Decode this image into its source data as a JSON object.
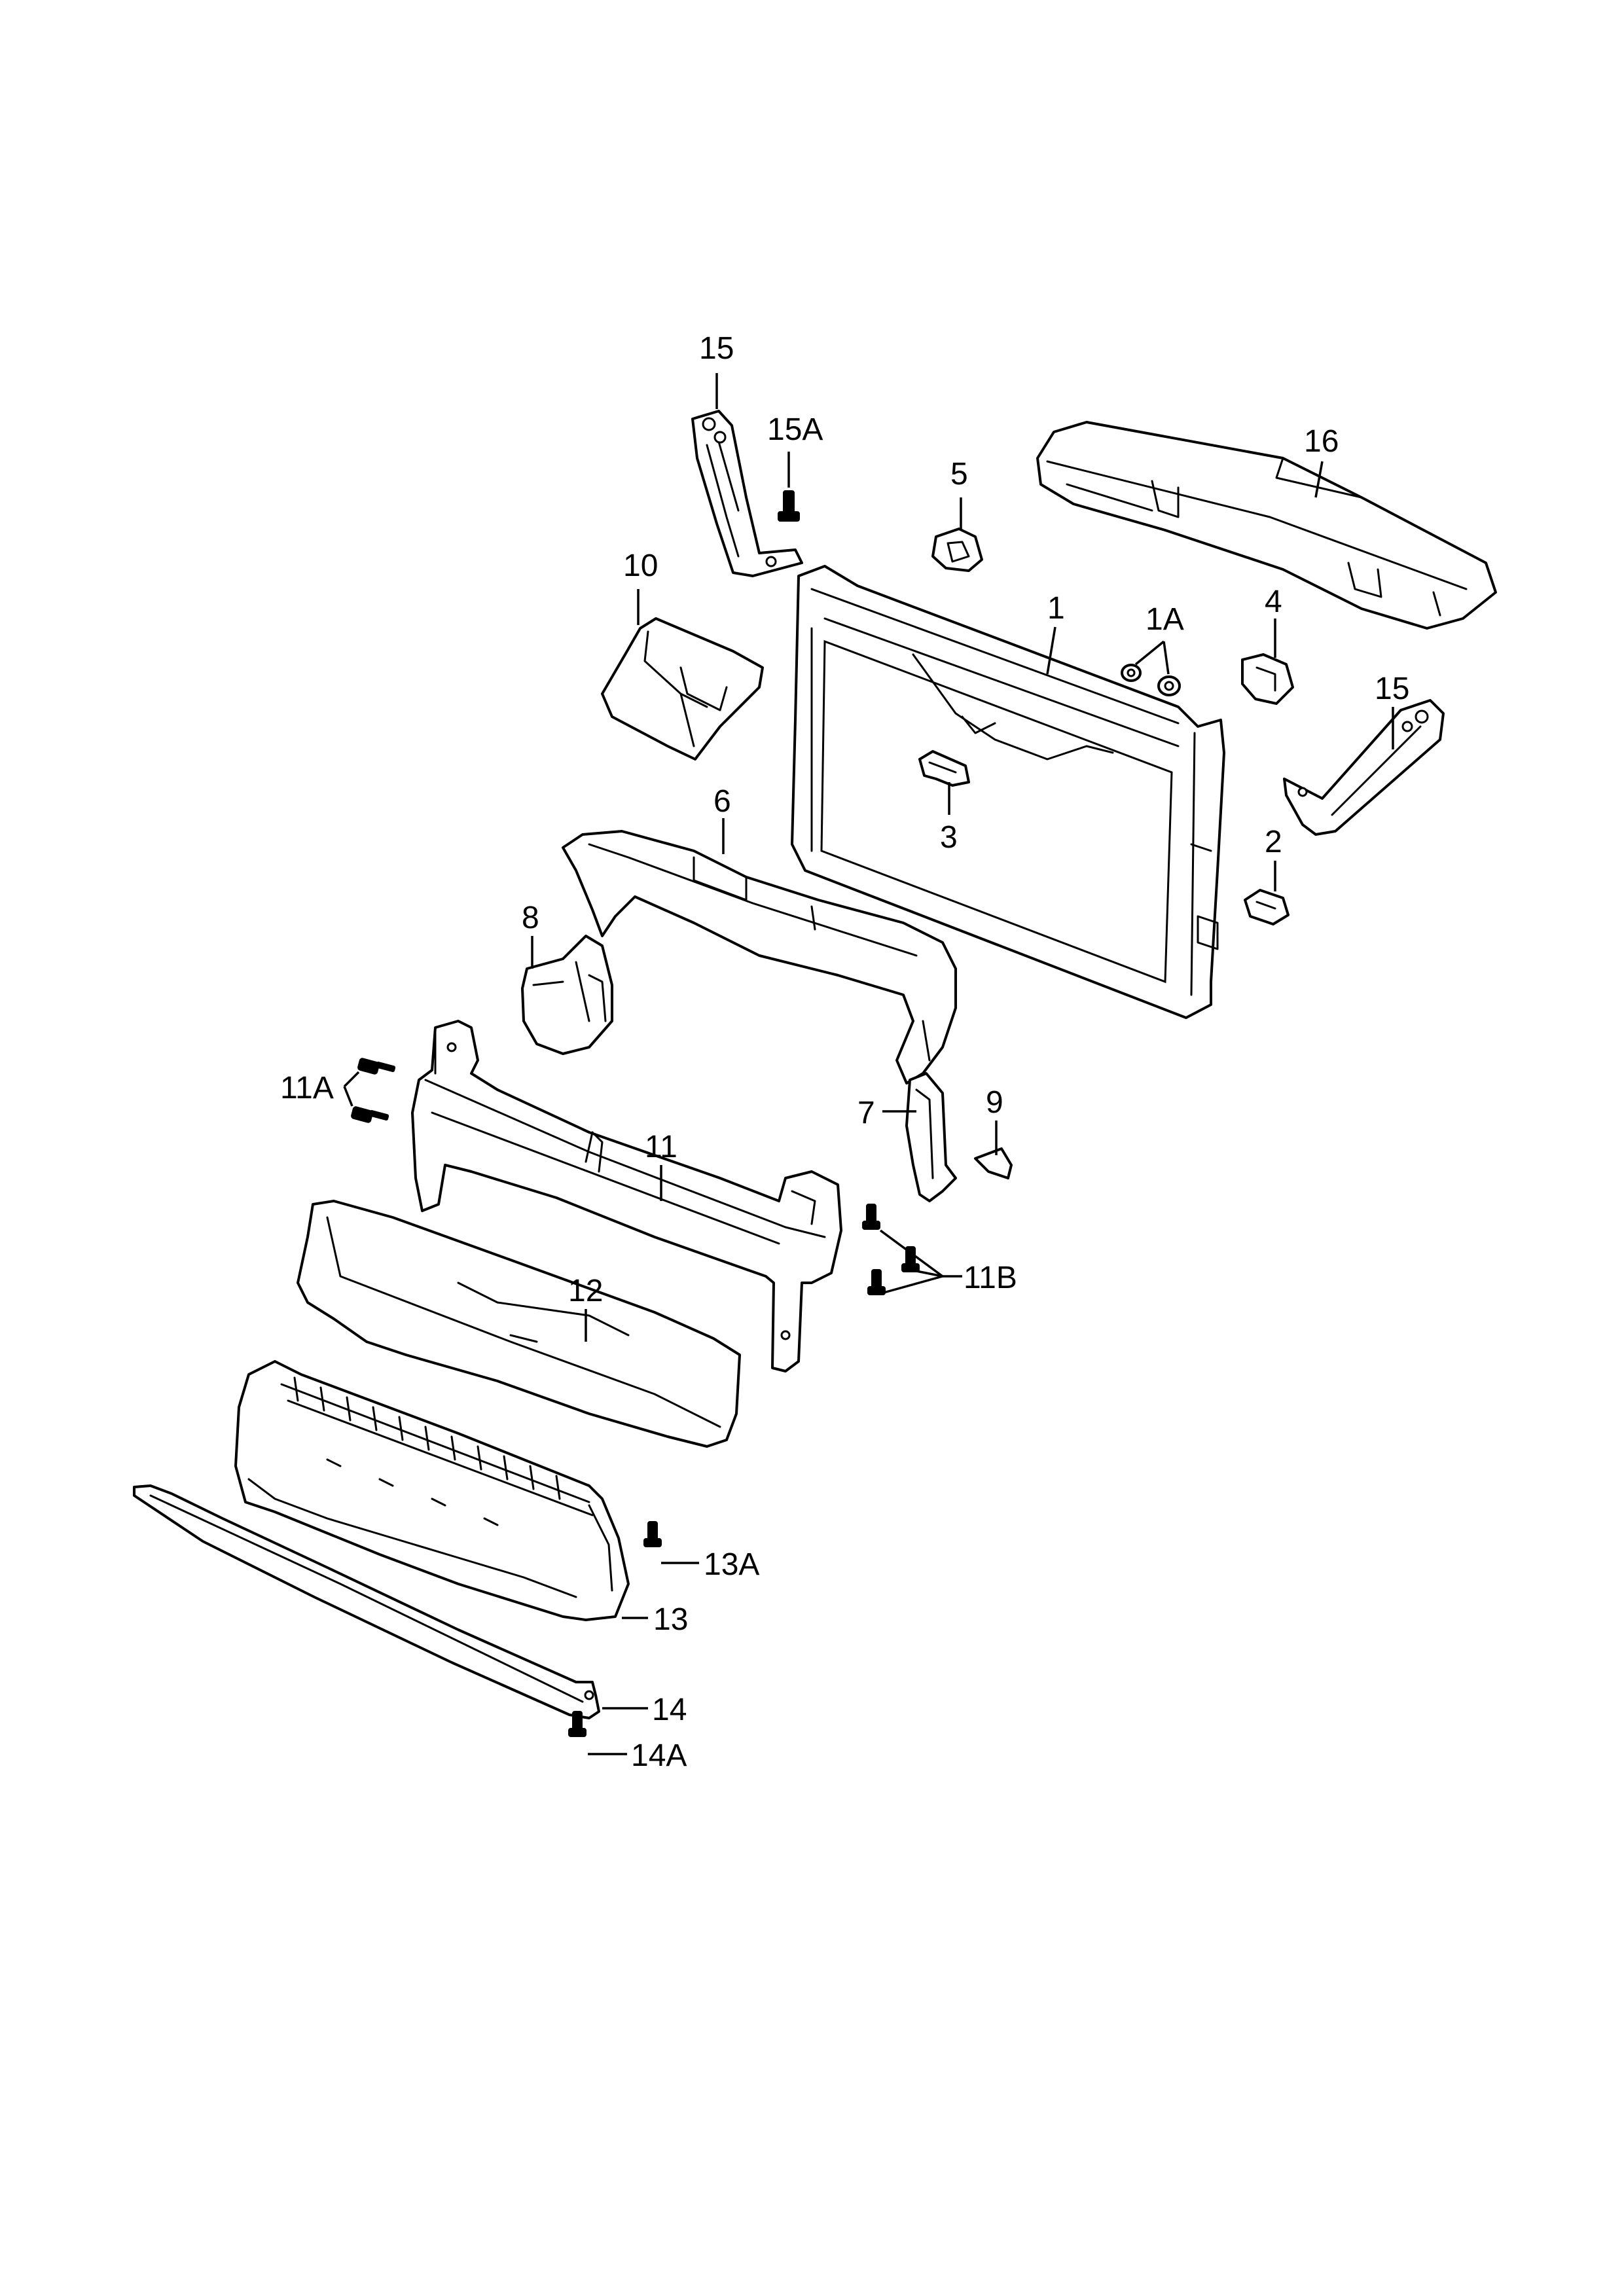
{
  "diagram": {
    "labels": {
      "l1": "1",
      "l1A": "1A",
      "l2": "2",
      "l3": "3",
      "l4": "4",
      "l5": "5",
      "l6": "6",
      "l7": "7",
      "l8": "8",
      "l9": "9",
      "l10": "10",
      "l11": "11",
      "l11A": "11A",
      "l11B": "11B",
      "l12": "12",
      "l13": "13",
      "l13A": "13A",
      "l14": "14",
      "l14A": "14A",
      "l15_left": "15",
      "l15_right": "15",
      "l15A": "15A",
      "l16": "16"
    }
  }
}
